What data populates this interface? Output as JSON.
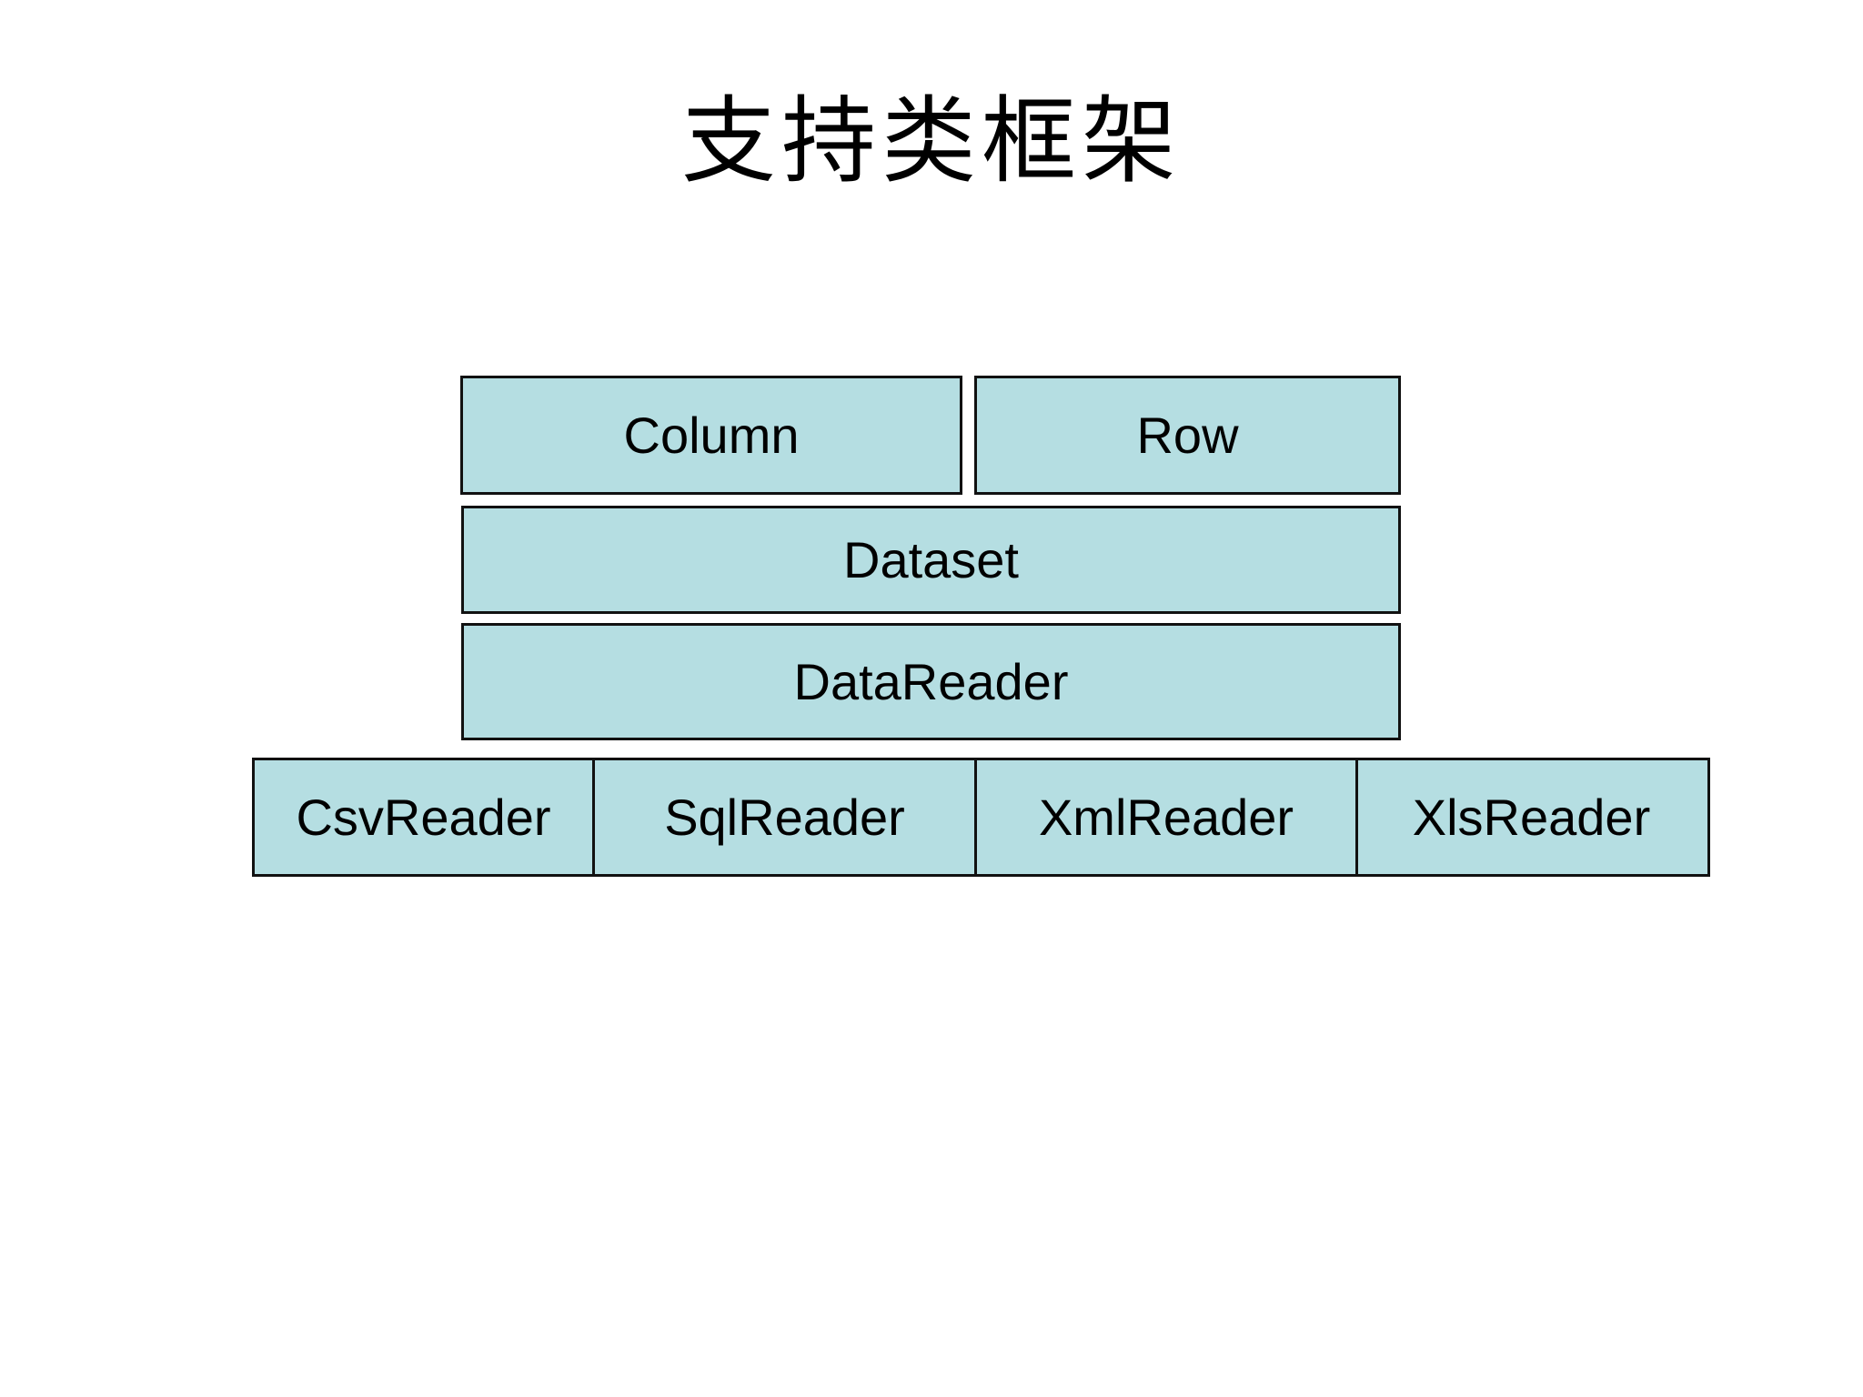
{
  "slide": {
    "title": "支持类框架",
    "background_color": "#ffffff",
    "box_fill_color": "#b5dee2",
    "box_border_color": "#111111",
    "text_color": "#000000"
  },
  "diagram": {
    "rows": [
      {
        "name": "model-layer",
        "boxes": [
          {
            "label": "Column"
          },
          {
            "label": "Row"
          }
        ]
      },
      {
        "name": "dataset-layer",
        "boxes": [
          {
            "label": "Dataset"
          }
        ]
      },
      {
        "name": "datareader-layer",
        "boxes": [
          {
            "label": "DataReader"
          }
        ]
      },
      {
        "name": "reader-implementations-layer",
        "boxes": [
          {
            "label": "CsvReader"
          },
          {
            "label": "SqlReader"
          },
          {
            "label": "XmlReader"
          },
          {
            "label": "XlsReader"
          }
        ]
      }
    ]
  }
}
